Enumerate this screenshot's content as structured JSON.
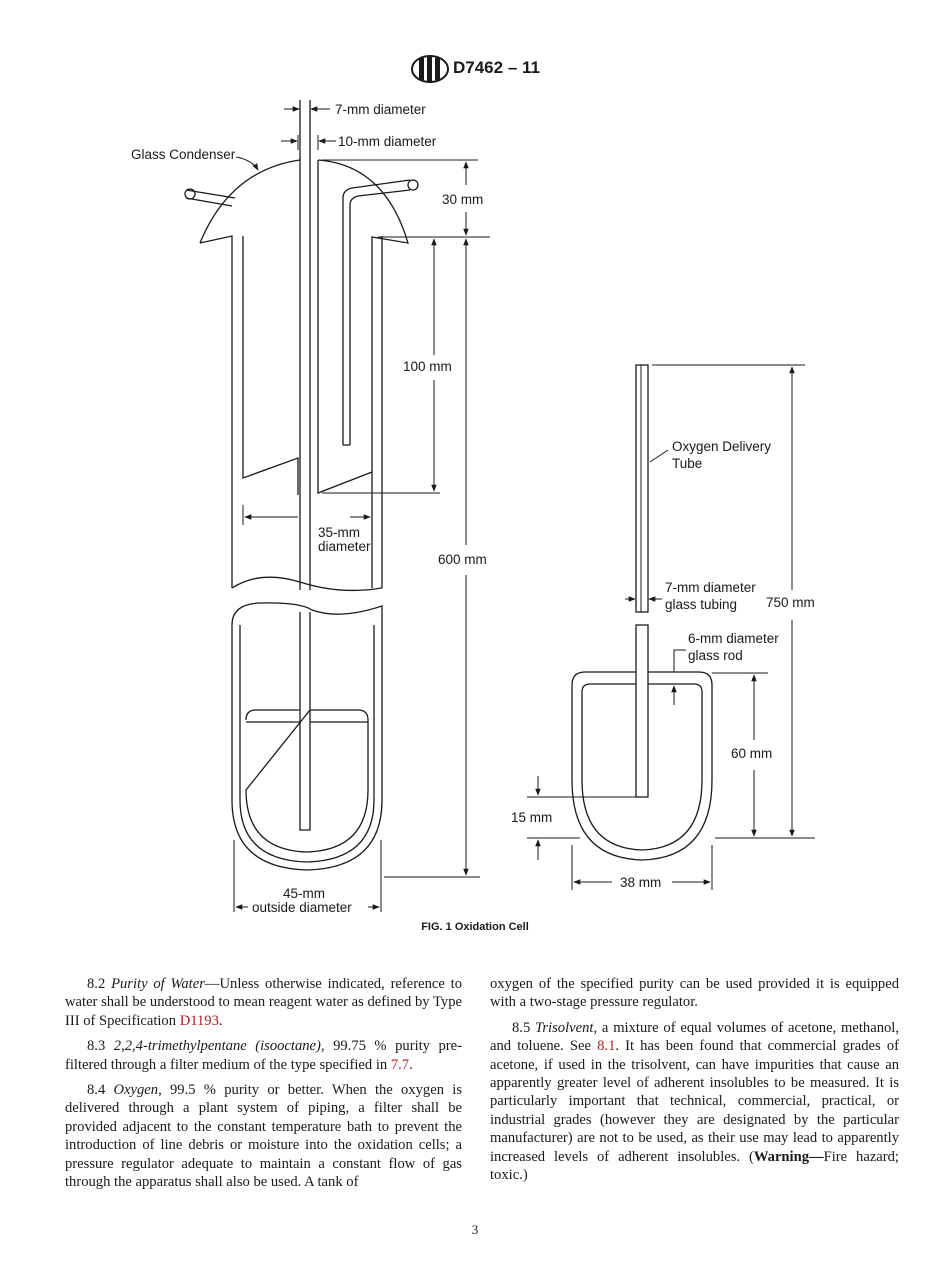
{
  "header": {
    "logo": "ASTM",
    "designation": "D7462 – 11"
  },
  "figure": {
    "labels": {
      "d7": "7-mm diameter",
      "d10": "10-mm diameter",
      "condenser": "Glass Condenser",
      "h30": "30 mm",
      "h100": "100 mm",
      "h600": "600 mm",
      "d35_1": "35-mm",
      "d35_2": "diameter",
      "d45_1": "45-mm",
      "d45_2": "outside diameter",
      "odt_1": "Oxygen Delivery",
      "odt_2": "Tube",
      "tub_1": "7-mm diameter",
      "tub_2": "glass tubing",
      "rod_1": "6-mm diameter",
      "rod_2": "glass rod",
      "h750": "750 mm",
      "h60": "60 mm",
      "h15": "15 mm",
      "w38": "38 mm"
    },
    "caption": "FIG. 1 Oxidation Cell"
  },
  "left_column": {
    "p82": {
      "num": "8.2 ",
      "title": "Purity of Water",
      "text": "—Unless otherwise indicated, reference to water shall be understood to mean reagent water as defined by Type III of Specification ",
      "link": "D1193",
      "end": "."
    },
    "p83": {
      "num": "8.3 ",
      "title": "2,2,4-trimethylpentane (isooctane),",
      "text": " 99.75 % purity pre-filtered through a filter medium of the type specified in ",
      "link": "7.7",
      "end": "."
    },
    "p84": {
      "num": "8.4 ",
      "title": "Oxygen,",
      "text": " 99.5 % purity or better. When the oxygen is delivered through a plant system of piping, a filter shall be provided adjacent to the constant temperature bath to prevent the introduction of line debris or moisture into the oxidation cells; a pressure regulator adequate to maintain a constant flow of gas through the apparatus shall also be used. A tank of"
    }
  },
  "right_column": {
    "p84_cont": "oxygen of the specified purity can be used provided it is equipped with a two-stage pressure regulator.",
    "p85": {
      "num": "8.5 ",
      "title": "Trisolvent,",
      "text": " a mixture of equal volumes of acetone, methanol, and toluene. See ",
      "link": "8.1",
      "text2": ". It has been found that commercial grades of acetone, if used in the trisolvent, can have impurities that cause an apparently greater level of adherent insolubles to be measured. It is particularly important that technical, commercial, practical, or industrial grades (however they are designated by the particular manufacturer) are not to be used, as their use may lead to apparently increased levels of adherent insolubles. (",
      "warning": "Warning—",
      "end": "Fire hazard; toxic.)"
    }
  },
  "page_number": "3",
  "colors": {
    "link": "#b01e23",
    "text": "#1a1a1a"
  }
}
